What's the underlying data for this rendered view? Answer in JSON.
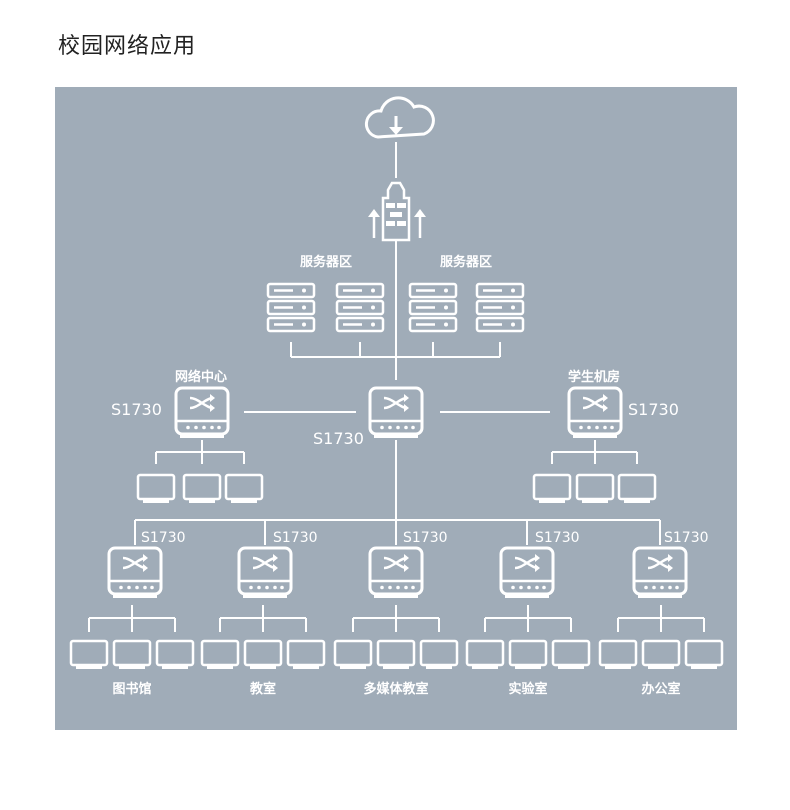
{
  "title": "校园网络应用",
  "colors": {
    "panel": "#a0acb8",
    "line": "#ffffff",
    "text": "#ffffff"
  },
  "icons": {
    "cloud": "cloud-download-icon",
    "firewall": "firewall-icon",
    "server": "server-icon",
    "switch": "switch-icon",
    "monitor": "monitor-icon"
  },
  "server_zones": [
    {
      "label": "服务器区"
    },
    {
      "label": "服务器区"
    }
  ],
  "core": {
    "model": "S1730"
  },
  "network_center": {
    "label": "网络中心",
    "model": "S1730"
  },
  "student_lab": {
    "label": "学生机房",
    "model": "S1730"
  },
  "access_switches": [
    {
      "model": "S1730",
      "label": "图书馆"
    },
    {
      "model": "S1730",
      "label": "教室"
    },
    {
      "model": "S1730",
      "label": "多媒体教室"
    },
    {
      "model": "S1730",
      "label": "实验室"
    },
    {
      "model": "S1730",
      "label": "办公室"
    }
  ]
}
